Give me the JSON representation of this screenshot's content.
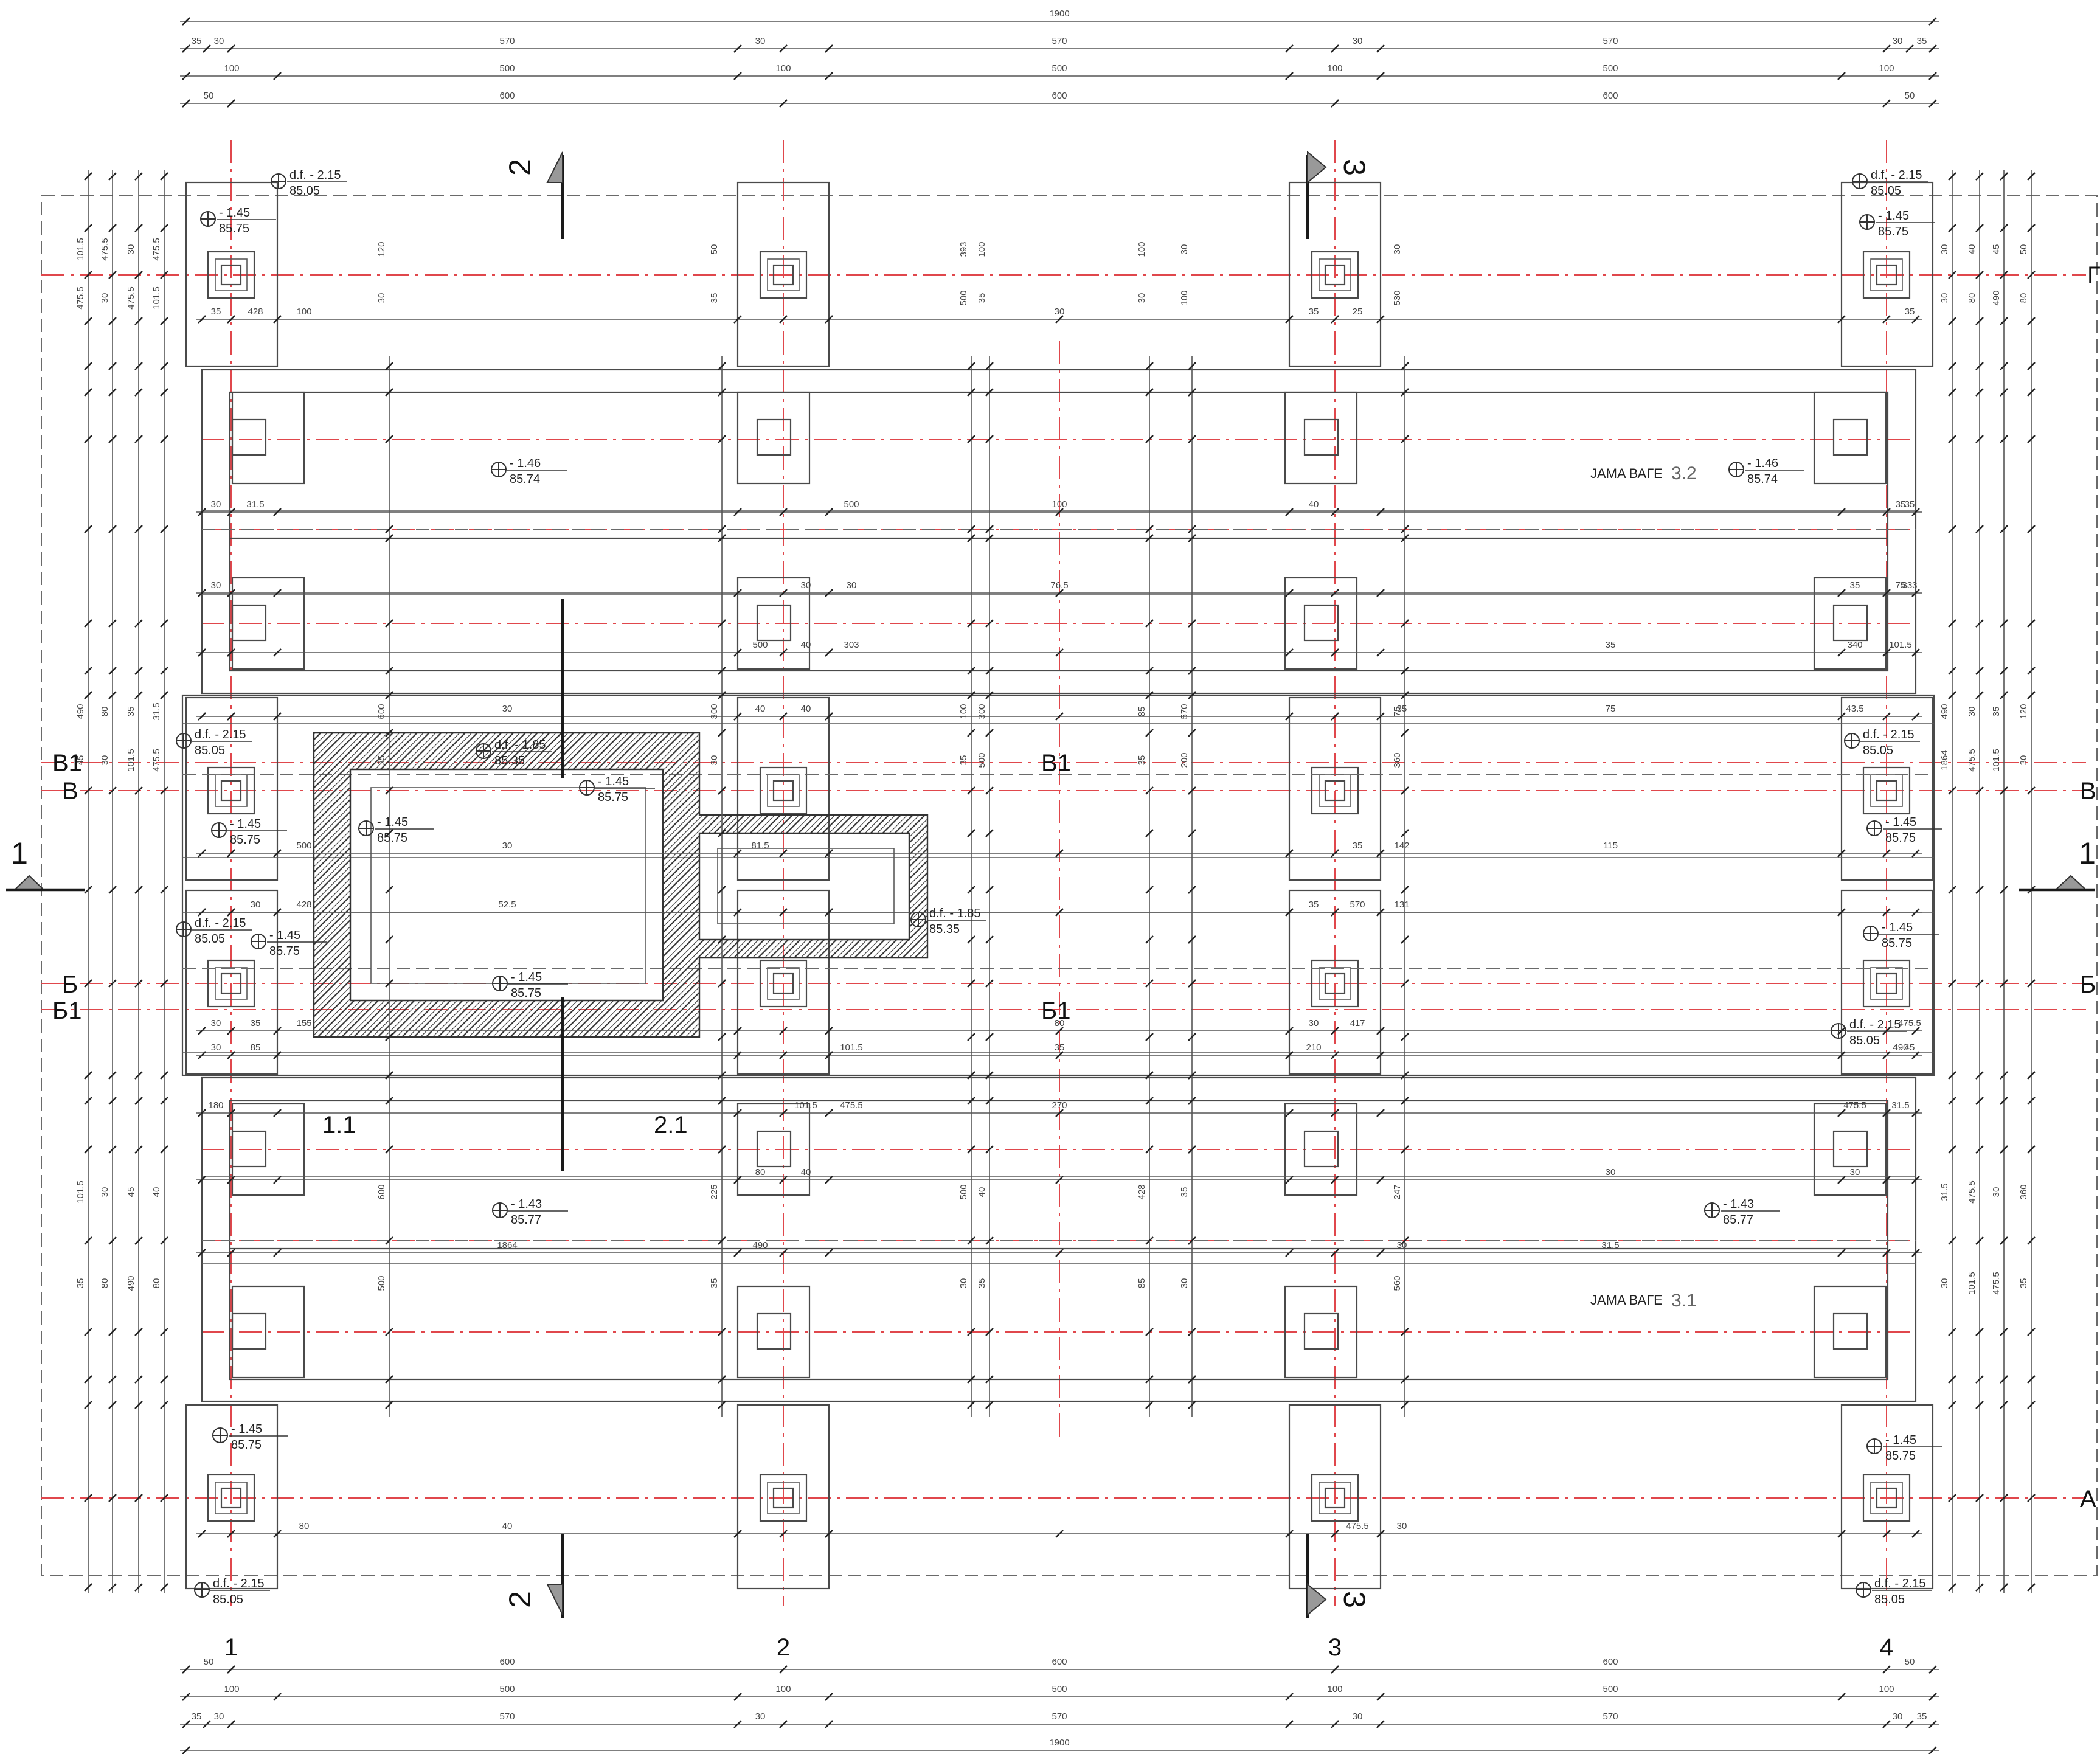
{
  "axes": {
    "vertical": [
      "1",
      "2",
      "3",
      "4"
    ],
    "horizontal": [
      "Г",
      "В1",
      "В",
      "Б",
      "Б1",
      "А"
    ]
  },
  "sections": [
    "1",
    "2",
    "3"
  ],
  "detail_labels": [
    "1.1",
    "2.1"
  ],
  "pits": [
    {
      "title": "JAMA ВАГЕ",
      "number": "3.2"
    },
    {
      "title": "JAMA ВАГЕ",
      "number": "3.1"
    }
  ],
  "levels": [
    {
      "top": "d.f. - 2.15",
      "bottom": "85.05"
    },
    {
      "top": "d.f. - 2.15",
      "bottom": "85.05"
    },
    {
      "top": "- 1.45",
      "bottom": "85.75"
    },
    {
      "top": "- 1.45",
      "bottom": "85.75"
    },
    {
      "top": "- 1.46",
      "bottom": "85.74"
    },
    {
      "top": "- 1.46",
      "bottom": "85.74"
    },
    {
      "top": "d.f. - 2.15",
      "bottom": "85.05"
    },
    {
      "top": "d.f. - 1.85",
      "bottom": "85.35"
    },
    {
      "top": "- 1.45",
      "bottom": "85.75"
    },
    {
      "top": "d.f. - 2.15",
      "bottom": "85.05"
    },
    {
      "top": "- 1.45",
      "bottom": "85.75"
    },
    {
      "top": "- 1.45",
      "bottom": "85.75"
    },
    {
      "top": "- 1.45",
      "bottom": "85.75"
    },
    {
      "top": "d.f. - 2.15",
      "bottom": "85.05"
    },
    {
      "top": "- 1.45",
      "bottom": "85.75"
    },
    {
      "top": "d.f. - 1.85",
      "bottom": "85.35"
    },
    {
      "top": "- 1.45",
      "bottom": "85.75"
    },
    {
      "top": "- 1.45",
      "bottom": "85.75"
    },
    {
      "top": "d.f. - 2.15",
      "bottom": "85.05"
    },
    {
      "top": "- 1.43",
      "bottom": "85.77"
    },
    {
      "top": "- 1.43",
      "bottom": "85.77"
    },
    {
      "top": "- 1.45",
      "bottom": "85.75"
    },
    {
      "top": "- 1.45",
      "bottom": "85.75"
    },
    {
      "top": "d.f. - 2.15",
      "bottom": "85.05"
    },
    {
      "top": "d.f. - 2.15",
      "bottom": "85.05"
    }
  ],
  "dimension_rows": {
    "overall": "1900",
    "row_a": [
      "35",
      "30",
      "570",
      "30",
      "570",
      "30",
      "570",
      "30",
      "35"
    ],
    "row_b": [
      "100",
      "500",
      "100",
      "500",
      "100",
      "500",
      "100"
    ],
    "row_c": [
      "50",
      "600",
      "600",
      "600",
      "50"
    ]
  },
  "inner_dims": [
    "35",
    "30",
    "35",
    "500",
    "35",
    "30",
    "35",
    "500",
    "35",
    "30",
    "35",
    "500",
    "35",
    "30",
    "35",
    "30",
    "80",
    "475.5",
    "101.5",
    "490",
    "101.5",
    "475.5",
    "80",
    "30",
    "1864",
    "30",
    "80",
    "475.5",
    "101.5",
    "490",
    "101.5",
    "475.5",
    "80",
    "30",
    "30",
    "35",
    "45",
    "475.5",
    "31.5",
    "40",
    "30",
    "490",
    "31.5",
    "40",
    "30",
    "475.5",
    "45",
    "35",
    "30",
    "50",
    "120",
    "360",
    "120",
    "600",
    "600",
    "50",
    "300",
    "225",
    "393",
    "100",
    "500",
    "100",
    "300",
    "40",
    "100",
    "85",
    "428",
    "30",
    "570",
    "35",
    "30",
    "75",
    "247",
    "428",
    "35",
    "30",
    "100",
    "35",
    "30",
    "75",
    "40",
    "340",
    "40",
    "75",
    "30",
    "142",
    "428",
    "570",
    "35",
    "30",
    "30",
    "35",
    "45",
    "475.5",
    "31.5",
    "40",
    "30",
    "490",
    "31.5",
    "40",
    "30",
    "475.5",
    "45",
    "35",
    "30",
    "30",
    "80",
    "475.5",
    "101.5",
    "490",
    "101.5",
    "475.5",
    "80",
    "30",
    "1864",
    "30",
    "80",
    "475.5",
    "101.5",
    "490",
    "101.5",
    "475.5",
    "80",
    "30",
    "35",
    "30",
    "35",
    "500",
    "35",
    "30",
    "35",
    "500",
    "35",
    "30",
    "35",
    "500",
    "35",
    "30",
    "35",
    "85",
    "100",
    "200",
    "30",
    "530",
    "360",
    "560",
    "100",
    "25",
    "31.5",
    "40",
    "30",
    "76.5",
    "333",
    "303",
    "101.5",
    "40",
    "43.5",
    "81.5",
    "115",
    "52.5",
    "131",
    "155",
    "417",
    "85",
    "210",
    "180",
    "270"
  ]
}
